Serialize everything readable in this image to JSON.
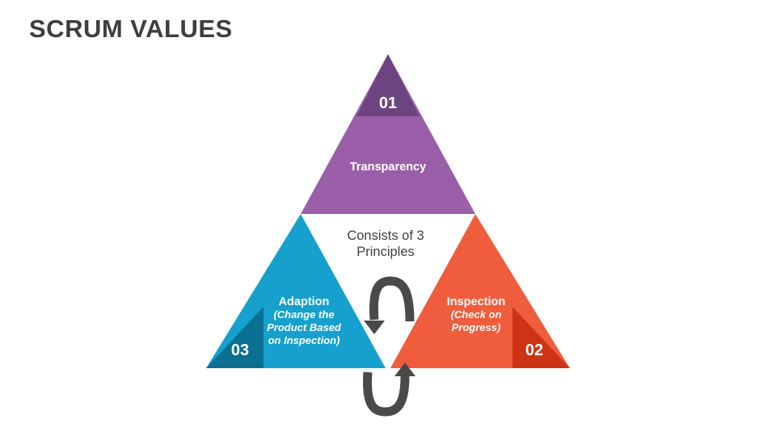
{
  "slide": {
    "title": "SCRUM VALUES",
    "background_color": "#ffffff",
    "title_color": "#3e3e3e"
  },
  "center": {
    "line1": "Consists of 3",
    "line2": "Principles",
    "color": "#3f3f3f"
  },
  "segments": {
    "top": {
      "number": "01",
      "name": "Transparency",
      "subtitle": "",
      "fill_color": "#9a5fa8",
      "accent_color": "#6e4480",
      "text_color": "#ffffff"
    },
    "right": {
      "number": "02",
      "name": "Inspection",
      "subtitle_line1": "(Check on",
      "subtitle_line2": "Progress)",
      "fill_color": "#ef5d3c",
      "accent_color": "#cd3314",
      "text_color": "#ffffff"
    },
    "left": {
      "number": "03",
      "name": "Adaption",
      "subtitle_line1": "(Change the",
      "subtitle_line2": "Product Based",
      "subtitle_line3": "on Inspection)",
      "fill_color": "#15a0cd",
      "accent_color": "#0b6f92",
      "text_color": "#ffffff"
    }
  },
  "arrows": {
    "top_arrow_name": "curved-arrow-down-left",
    "bottom_arrow_name": "curved-arrow-up-right",
    "color": "#4a4a4a"
  }
}
